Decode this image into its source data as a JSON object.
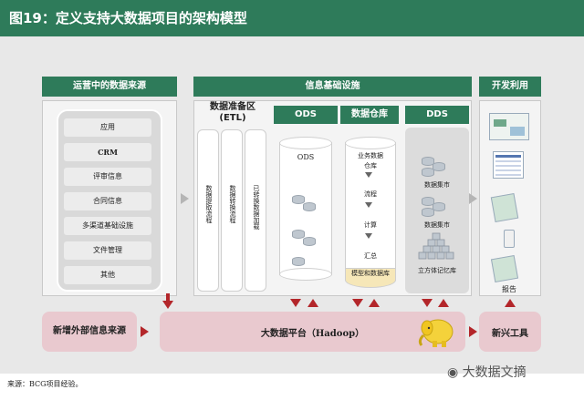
{
  "title": "图19：定义支持大数据项目的架构模型",
  "sections": {
    "left_header": "运营中的数据来源",
    "middle_header": "信息基础设施",
    "right_header": "开发利用"
  },
  "sources": [
    "应用",
    "CRM",
    "评审信息",
    "合同信息",
    "多渠道基础设施",
    "文件管理",
    "其他"
  ],
  "etl": {
    "title_line1": "数据准备区",
    "title_line2": "(ETL)",
    "columns": [
      "数据提取流程",
      "数据转换流程",
      "已转换数据加载"
    ]
  },
  "ods": {
    "title": "ODS",
    "inner": "ODS"
  },
  "warehouse": {
    "title": "数据仓库",
    "items": [
      "业务数据",
      "仓库",
      "流程",
      "计算",
      "汇总"
    ],
    "bottom": "模型和数据库"
  },
  "dds": {
    "title": "DDS",
    "items": [
      "数据集市",
      "数据集市",
      "立方体记忆库"
    ]
  },
  "dev": {
    "report_label": "报告"
  },
  "bottom": {
    "external": "新增外部信息来源",
    "platform": "大数据平台（Hadoop）",
    "tools": "新兴工具"
  },
  "footer": "来源：BCG项目经验。",
  "watermark": "大数据文摘",
  "colors": {
    "header_green": "#2e7b5a",
    "arrow_red": "#b3262a",
    "pink_box": "#e9c9cf"
  }
}
